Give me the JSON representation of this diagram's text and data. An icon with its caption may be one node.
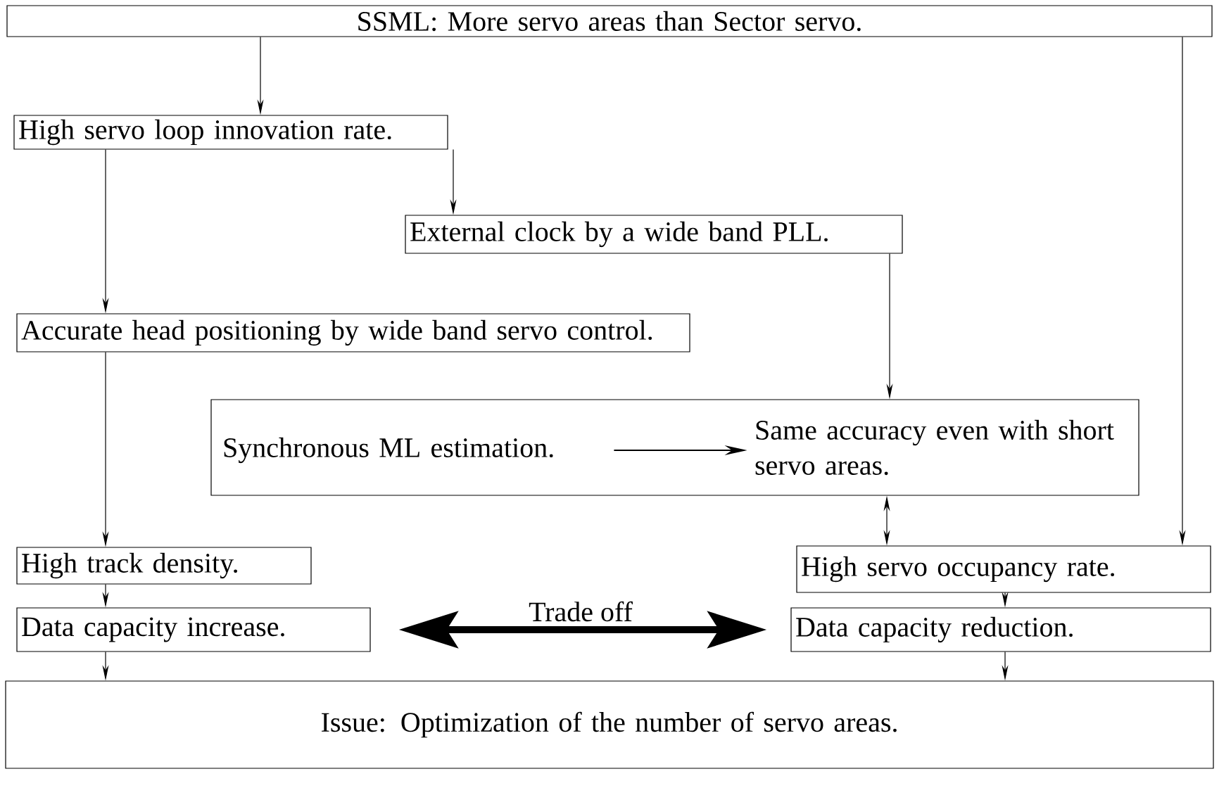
{
  "diagram": {
    "nodes": [
      {
        "text": [
          "SSML: More servo areas than Sector servo."
        ]
      },
      {
        "text": [
          "High servo loop innovation rate."
        ]
      },
      {
        "text": [
          "External clock by a wide band PLL."
        ]
      },
      {
        "text": [
          "Accurate head positioning by wide band servo control."
        ]
      },
      {
        "text": [],
        "shape": "box"
      },
      {
        "text": [
          "Synchronous ML estimation."
        ],
        "in": 4
      },
      {
        "text": [
          "Same accuracy even with short servo areas."
        ],
        "in": 4
      },
      {
        "text": [
          "High track density."
        ]
      },
      {
        "text": [
          "High servo occupancy rate."
        ]
      },
      {
        "text": [
          "Data capacity increase."
        ]
      },
      {
        "text": [
          "Data capacity reduction."
        ]
      },
      {
        "text": [
          "Issue: Optimization of the number of servo areas."
        ]
      }
    ],
    "edges": [
      {
        "from": 0,
        "to": 1,
        "arrow": "to"
      },
      {
        "from": 1,
        "to": 3,
        "arrow": "to"
      },
      {
        "from": 1,
        "to": 2,
        "arrow": "to"
      },
      {
        "from": 2,
        "to": 4,
        "arrow": "to"
      },
      {
        "from": 5,
        "to": 6,
        "arrow": "to"
      },
      {
        "from": 3,
        "to": 7,
        "arrow": "to"
      },
      {
        "from": 4,
        "to": 8,
        "arrow": "both"
      },
      {
        "from": 0,
        "to": 8,
        "arrow": "to"
      },
      {
        "from": 7,
        "to": 9,
        "arrow": "to"
      },
      {
        "from": 8,
        "to": 10,
        "arrow": "to"
      },
      {
        "from": 9,
        "to": 10,
        "arrow": "both",
        "label": "Trade off",
        "style": "thick"
      },
      {
        "from": 9,
        "to": 11,
        "arrow": "to"
      },
      {
        "from": 10,
        "to": 11,
        "arrow": "to"
      }
    ]
  }
}
